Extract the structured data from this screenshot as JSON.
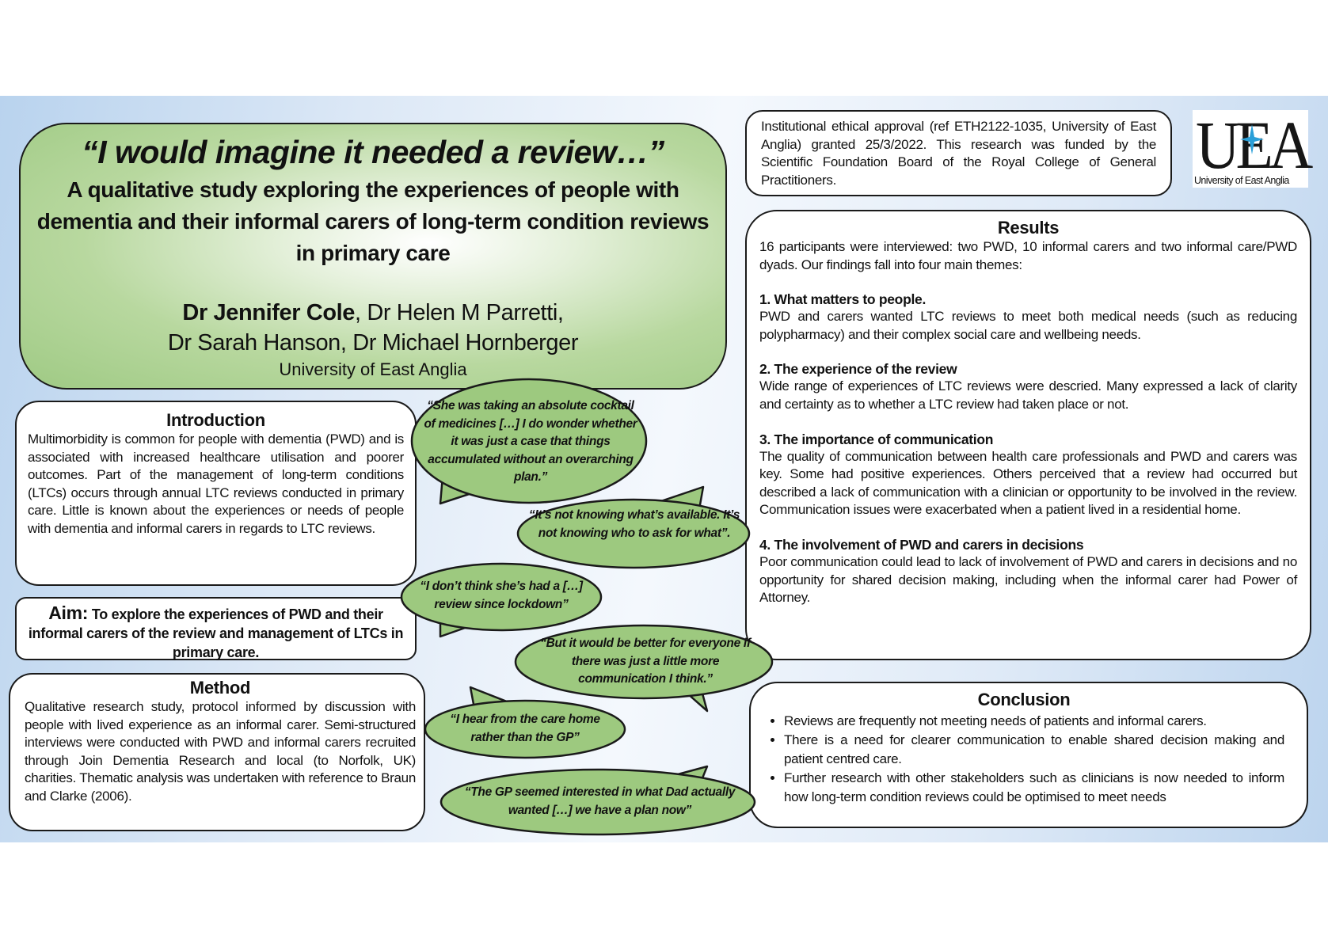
{
  "title": {
    "quote": "“I would imagine it needed a review…”",
    "subtitle": "A qualitative study exploring the experiences of people with dementia and their informal carers of long-term condition reviews in primary care",
    "lead_author": "Dr Jennifer Cole",
    "other_authors_line1": ", Dr Helen M Parretti,",
    "other_authors_line2": "Dr Sarah Hanson, Dr Michael Hornberger",
    "affiliation": "University of East Anglia"
  },
  "introduction": {
    "heading": "Introduction",
    "text": "Multimorbidity is common for people with dementia (PWD) and is associated with increased healthcare utilisation and poorer outcomes. Part of the management of long-term conditions (LTCs) occurs through annual LTC reviews conducted in primary care. Little is known about the experiences or needs of people with dementia and informal carers in regards to LTC reviews."
  },
  "aim": {
    "label": "Aim:",
    "text": " To explore the experiences of PWD and their informal carers of the review and management of LTCs in primary care."
  },
  "method": {
    "heading": "Method",
    "text": "Qualitative research study, protocol informed by discussion with people with lived experience as an informal carer. Semi-structured interviews were conducted with PWD and informal carers recruited through Join Dementia Research and local (to Norfolk, UK) charities. Thematic analysis was undertaken with reference to Braun and Clarke (2006)."
  },
  "ethics": {
    "text": "Institutional ethical approval (ref ETH2122-1035, University of East Anglia) granted 25/3/2022. This research was funded by the Scientific Foundation Board of the Royal College of General Practitioners."
  },
  "logo": {
    "letters": "UEA",
    "name": "University of East Anglia"
  },
  "results": {
    "heading": "Results",
    "intro": "16 participants were interviewed: two PWD, 10 informal carers and two informal care/PWD dyads. Our findings fall into four main themes:",
    "themes": [
      {
        "title": "1. What matters to people.",
        "text": "PWD and carers wanted LTC reviews to meet both medical needs (such as reducing polypharmacy) and their complex social care and wellbeing needs."
      },
      {
        "title": "2. The experience of the review",
        "text": "Wide range of experiences of LTC reviews were descried. Many expressed a lack of clarity and certainty as to whether a LTC review had taken place or not."
      },
      {
        "title": "3. The importance of communication",
        "text": "The quality of communication between health care professionals and PWD and carers was key. Some had positive experiences. Others perceived that a review had occurred but described a lack of communication with a clinician or opportunity to be involved in the review. Communication issues were exacerbated when a patient lived in a residential home."
      },
      {
        "title": "4. The involvement of PWD and carers in decisions",
        "text": "Poor communication could lead to lack of involvement of PWD and carers in decisions and no opportunity for shared decision making, including when the informal carer had Power of Attorney."
      }
    ]
  },
  "conclusion": {
    "heading": "Conclusion",
    "bullets": [
      "Reviews are frequently not meeting needs of patients and informal carers.",
      "There is a need for clearer communication to enable shared decision making and patient centred care.",
      "Further research with other stakeholders such as clinicians is now needed to inform how long-term condition reviews could be optimised to meet needs"
    ]
  },
  "quotes": [
    "“She was taking an absolute cocktail of medicines […] I do wonder whether it was just a case that things accumulated without an overarching plan.”",
    "“It’s not knowing what’s available. It’s not knowing who to ask for what”.",
    "“I don’t think she’s had a […] review since lockdown”",
    "“But it would be better for everyone if there was just a little more communication I think.”",
    "“I hear from the care home rather than the GP”",
    "“The GP seemed interested in what Dad actually wanted […] we have a plan now”"
  ],
  "colors": {
    "bubble_green": "#9dc97f",
    "title_green": "#9fca84",
    "band_blue": "#b9d3ee",
    "logo_star": "#2a9fd8"
  }
}
